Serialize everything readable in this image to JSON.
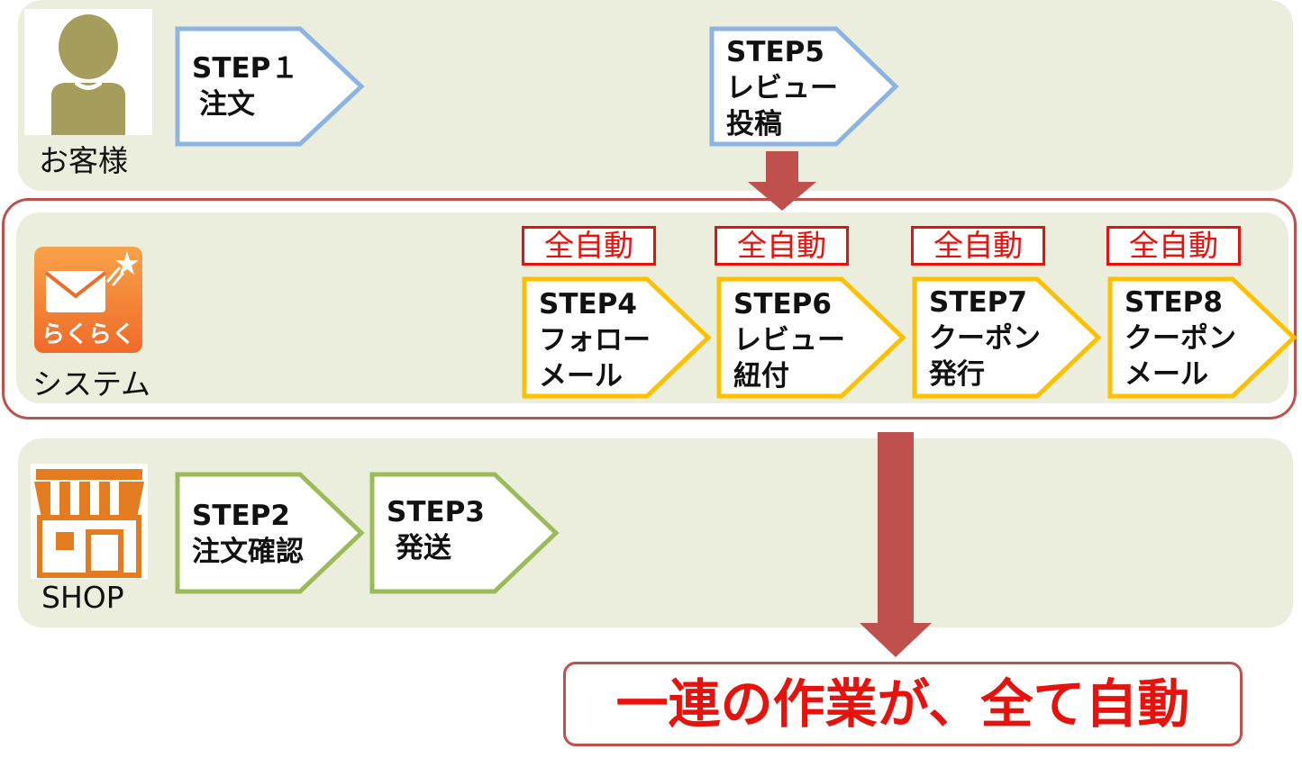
{
  "lanes": {
    "customer": {
      "label": "お客様"
    },
    "system": {
      "label": "システム",
      "icon_text": "らくらく"
    },
    "shop": {
      "label": "SHOP"
    }
  },
  "steps": {
    "step1": {
      "line1": "STEP１",
      "line2": "注文"
    },
    "step5": {
      "line1": "STEP5",
      "line2": "レビュー",
      "line3": "投稿"
    },
    "step4": {
      "line1": "STEP4",
      "line2": "フォロー",
      "line3": "メール"
    },
    "step6": {
      "line1": "STEP6",
      "line2": "レビュー",
      "line3": "紐付"
    },
    "step7": {
      "line1": "STEP7",
      "line2": "クーポン",
      "line3": "発行"
    },
    "step8": {
      "line1": "STEP8",
      "line2": "クーポン",
      "line3": "メール"
    },
    "step2": {
      "line1": "STEP2",
      "line2": "注文確認"
    },
    "step3": {
      "line1": "STEP3",
      "line2": "発送"
    }
  },
  "badges": {
    "auto_label": "全自動"
  },
  "summary": "一連の作業が、全て自動",
  "colors": {
    "lane_bg": "#ebeedd",
    "customer_border": "#8db3e2",
    "system_border": "#ffc000",
    "shop_border": "#9bbb59",
    "accent_red": "#c0504d",
    "text_red": "#e8120c",
    "person_icon": "#a59d5c",
    "shop_icon": "#e47b1f"
  }
}
